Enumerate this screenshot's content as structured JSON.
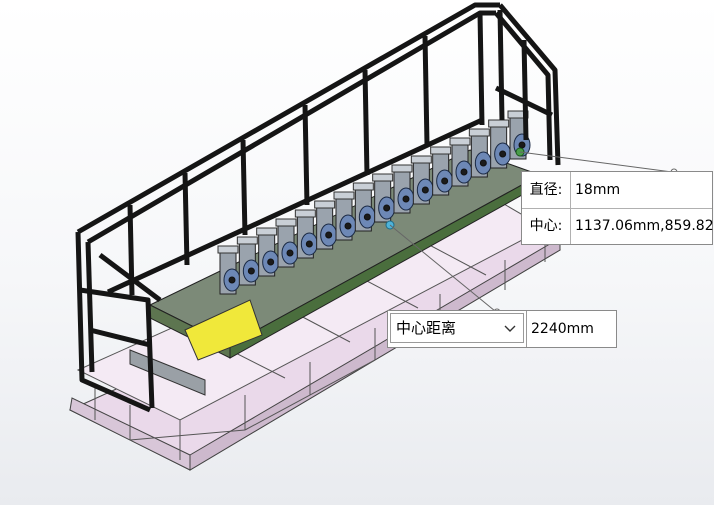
{
  "measure_panel": {
    "diameter_label": "直径:",
    "diameter_value": "18mm",
    "center_label": "中心:",
    "center_value": "1137.06mm,859.82"
  },
  "distance_panel": {
    "selected_option": "中心距离",
    "value": "2240mm"
  },
  "colors": {
    "frame": "#151515",
    "base_pink": "#ead9ea",
    "rail_green": "#4a6e3d",
    "roller_blue": "#6d88b6",
    "yellow_plate": "#f0e83a",
    "callout_line": "#666666"
  }
}
